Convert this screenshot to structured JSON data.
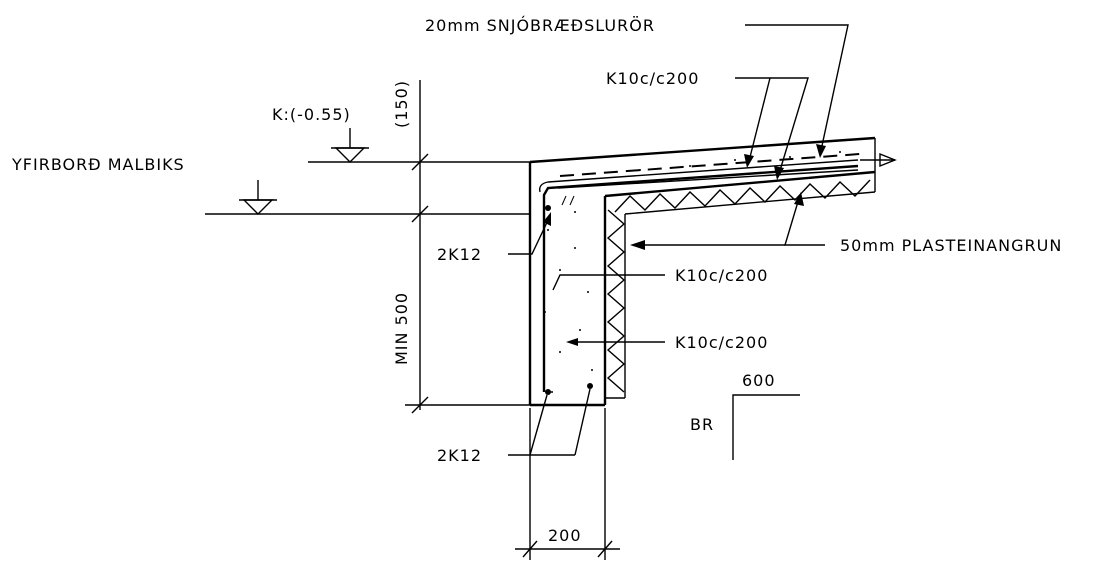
{
  "labels": {
    "snow_melt_pipe": "20mm SNJÓBRÆÐSLURÖR",
    "rebar_top": "K10c/c200",
    "level": "K:(-0.55)",
    "dim_150": "(150)",
    "asphalt_surface": "YFIRBORÐ MALBIKS",
    "bar_2k12_top": "2K12",
    "insulation": "50mm PLASTEINANGRUN",
    "rebar_mid": "K10c/c200",
    "dim_min500": "MIN 500",
    "rebar_low": "K10c/c200",
    "br": "BR",
    "dim_600": "600",
    "bar_2k12_bottom": "2K12",
    "dim_200": "200"
  }
}
